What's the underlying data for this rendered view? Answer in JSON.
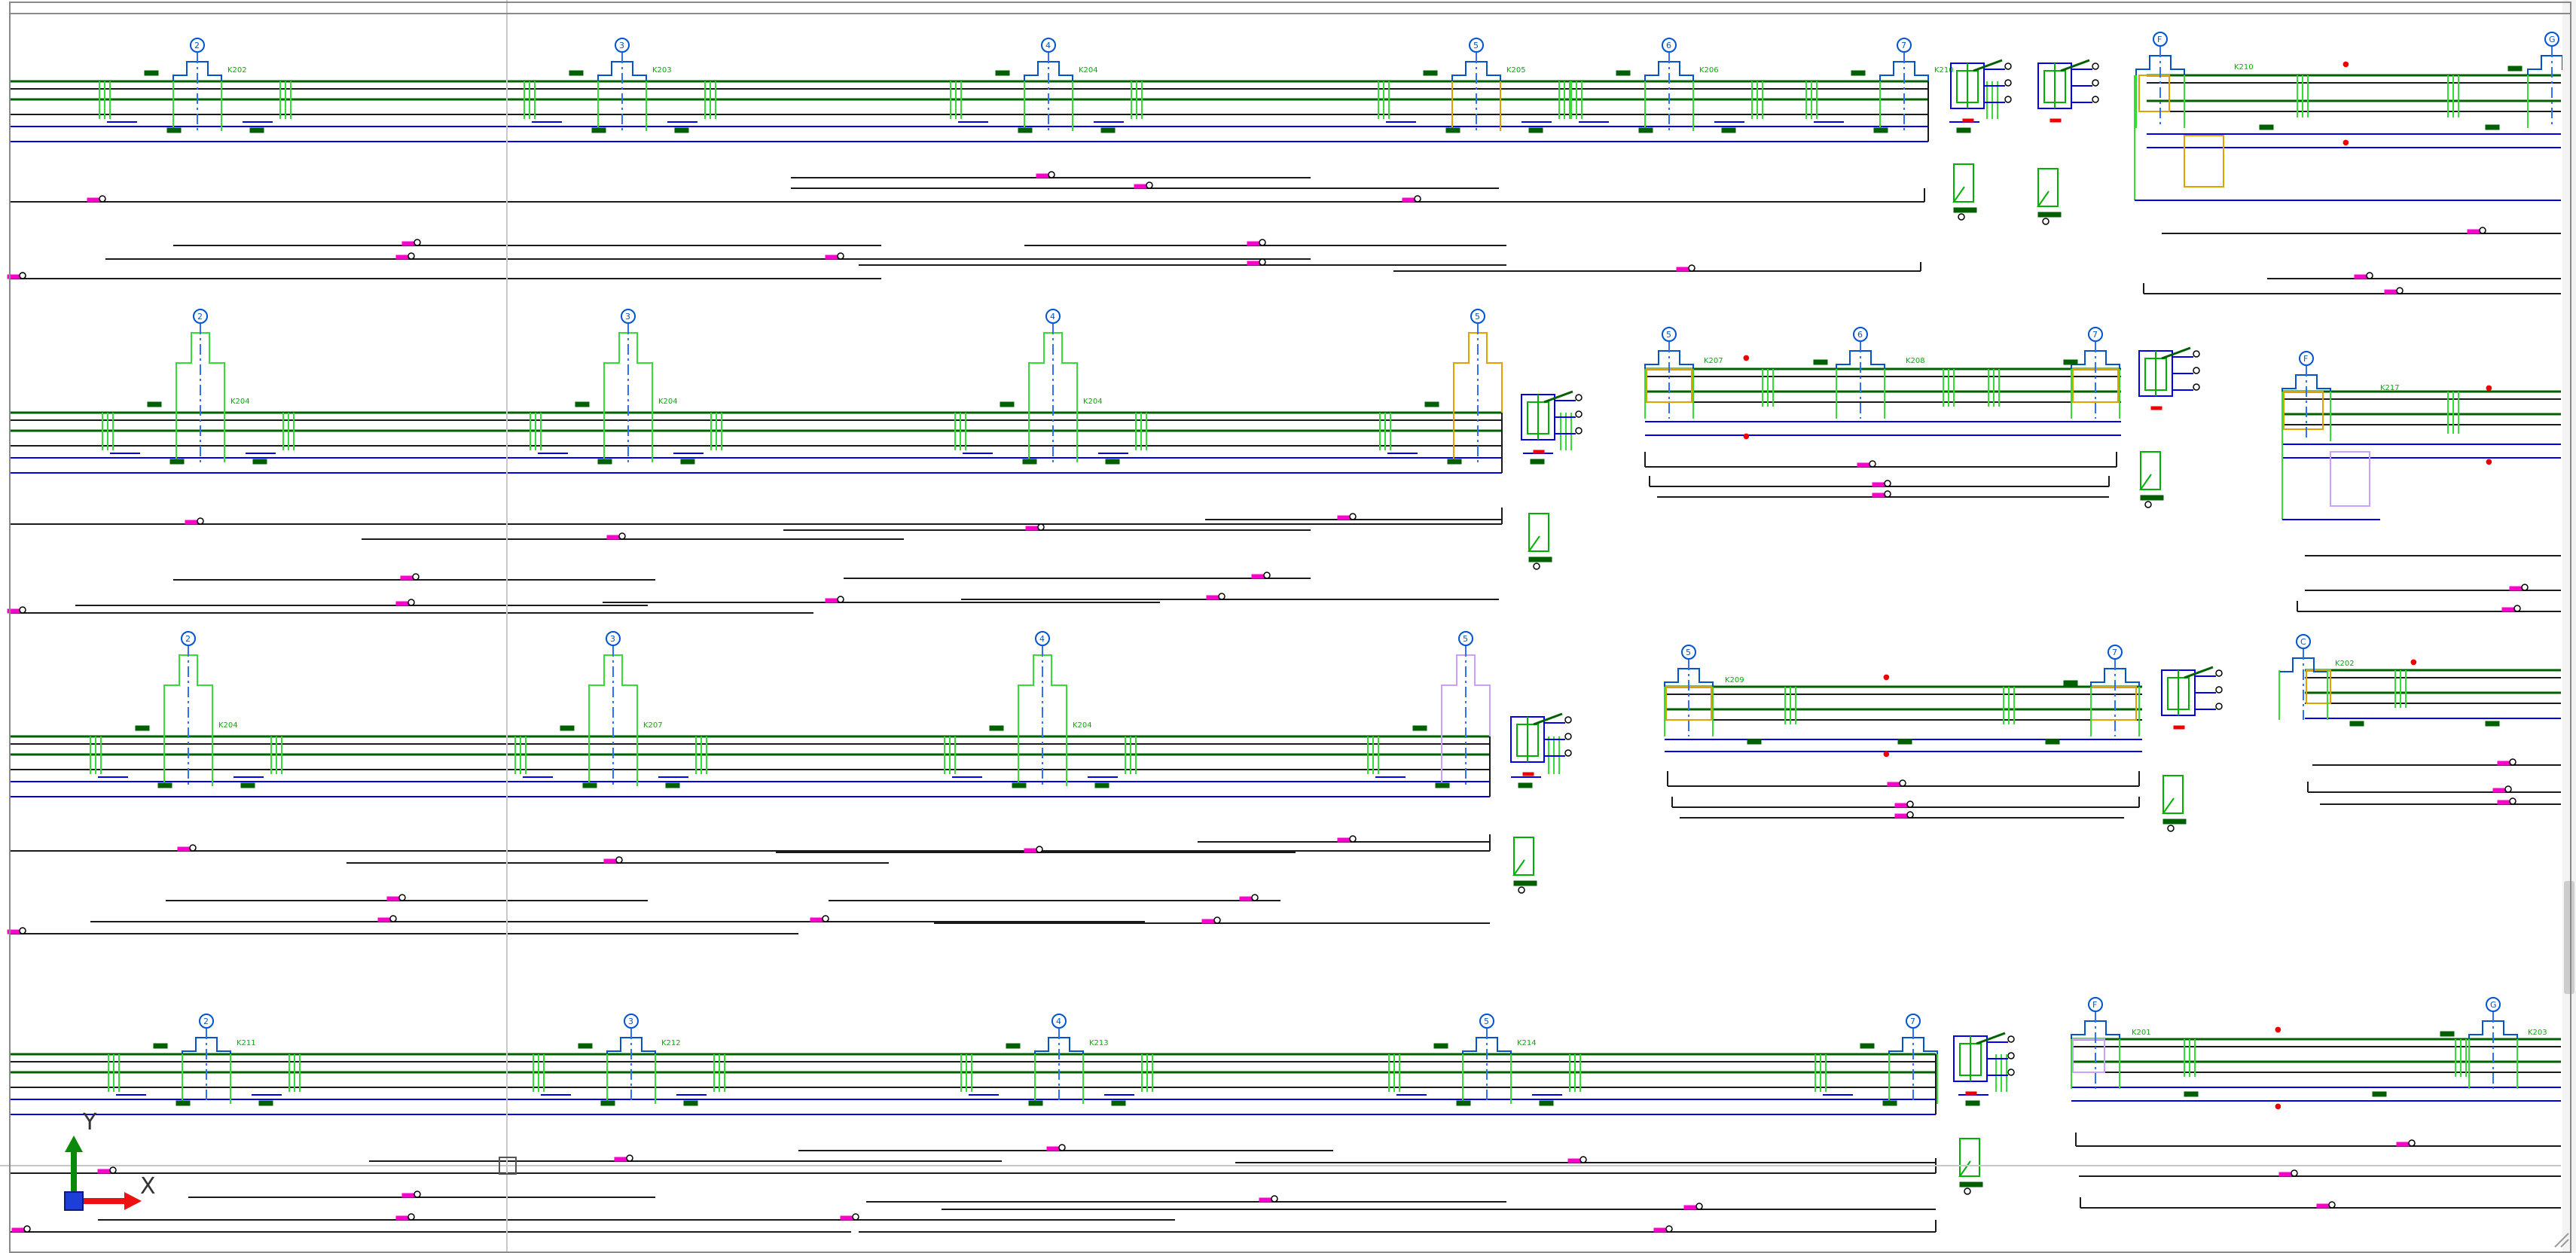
{
  "window": {
    "background": "#ffffff",
    "border_color": "#808080"
  },
  "colors": {
    "beam_outline": "#1a1a1a",
    "rebar_green": "#00b000",
    "stirrup_green": "#33dd33",
    "dark_green": "#006000",
    "dimension_blue": "#0000ee",
    "axis_blue": "#3070ff",
    "bubble_blue": "#0055cc",
    "magenta": "#ff00cc",
    "red": "#ee0000",
    "orange": "#e0a000",
    "lavender": "#c8a0ff",
    "crosshair": "#c0c0c0"
  },
  "ucs": {
    "x_label": "X",
    "y_label": "Y"
  },
  "bubbles": {
    "row1": [
      "2",
      "3",
      "4",
      "5",
      "6",
      "7"
    ],
    "row1_right": [
      "F",
      "G"
    ],
    "row2": [
      "2",
      "3",
      "4",
      "5"
    ],
    "row2_mid": [
      "5",
      "6",
      "7"
    ],
    "row2_right": [
      "F"
    ],
    "row3": [
      "2",
      "3",
      "4",
      "5"
    ],
    "row3_mid": [
      "5",
      "7"
    ],
    "row3_right": [
      "C"
    ],
    "row4": [
      "2",
      "3",
      "4",
      "5",
      "7"
    ],
    "row4_right": [
      "F",
      "G"
    ]
  },
  "beam_labels": {
    "row1": [
      "K202",
      "K203",
      "K204",
      "K205",
      "K206",
      "K210"
    ],
    "row2": [
      "K204",
      "K204",
      "K204",
      "K207",
      "K208",
      "K217"
    ],
    "row3": [
      "K204",
      "K207",
      "K204",
      "K209",
      "K202"
    ],
    "row4": [
      "K211",
      "K212",
      "K213",
      "K214",
      "K201",
      "K203"
    ]
  },
  "icons": {
    "ucs": "ucs-axes-icon",
    "pickbox": "pickbox-cursor-icon",
    "resize": "resize-grip-icon",
    "scrollbar": "vertical-scrollbar"
  }
}
